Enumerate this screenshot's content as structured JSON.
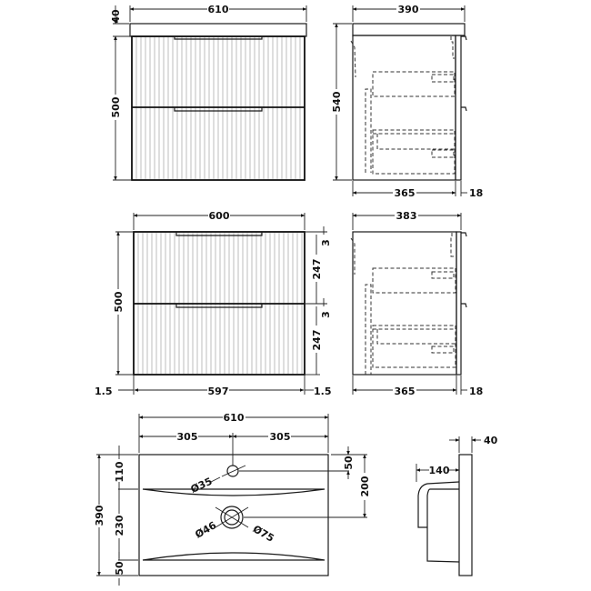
{
  "drawing": {
    "views": {
      "front_with_top": {
        "label": "Front elevation with worktop",
        "width_label": "610",
        "top_thickness_label": "40",
        "height_label": "500"
      },
      "side_with_top": {
        "label": "Side elevation with worktop",
        "depth_label": "390",
        "height_label": "540",
        "carcass_depth_label": "365",
        "door_depth_label": "18"
      },
      "front_unit": {
        "label": "Front elevation unit",
        "width_label": "600",
        "height_label": "500",
        "gap_top_label": "3",
        "drawer_top_label": "247",
        "gap_mid_label": "3",
        "drawer_bottom_label": "247",
        "left_gap_label": "1.5",
        "inner_width_label": "597",
        "right_gap_label": "1.5"
      },
      "side_unit": {
        "label": "Side elevation unit",
        "depth_label": "383",
        "carcass_depth_label": "365",
        "door_depth_label": "18"
      },
      "basin_plan": {
        "label": "Basin plan view",
        "width_label": "610",
        "left_half_label": "305",
        "right_half_label": "305",
        "depth_label": "390",
        "top_margin_label": "110",
        "bowl_label": "230",
        "bottom_margin_label": "50",
        "tap_offset_label": "50",
        "waste_offset_label": "200",
        "tap_hole_label": "Ø35",
        "waste_inner_label": "Ø46",
        "waste_outer_label": "Ø75"
      },
      "basin_side": {
        "label": "Basin side section",
        "thickness_label": "40",
        "projection_label": "140"
      }
    }
  }
}
